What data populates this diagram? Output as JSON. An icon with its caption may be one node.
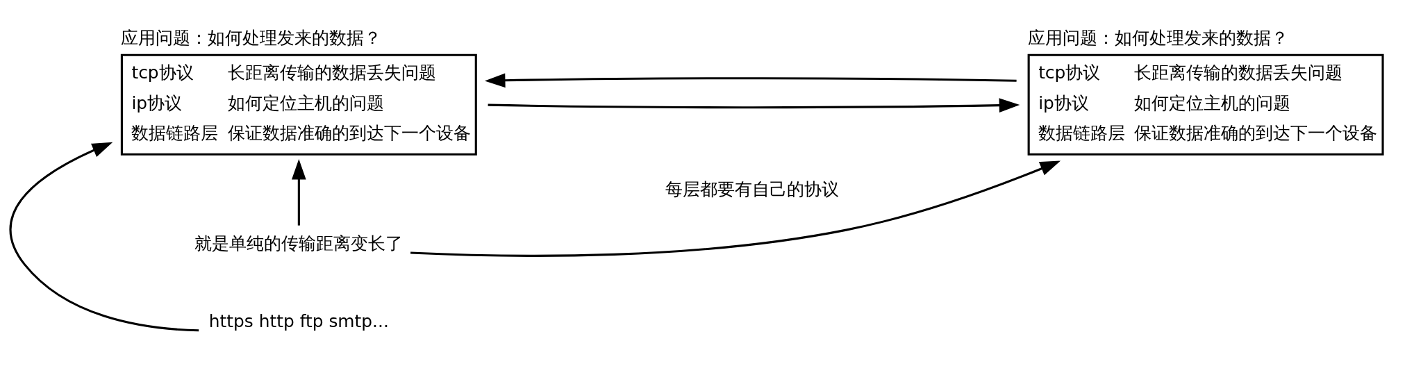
{
  "diagram": {
    "nodes": [
      {
        "text": [
          "应用问题：如何处理发来的数据？",
          "tcp协议",
          "长距离传输的数据丢失问题",
          "ip协议",
          "如何定位主机的问题",
          "数据链路层",
          "保证数据准确的到达下一个设备"
        ]
      },
      {
        "text": [
          "应用问题：如何处理发来的数据？",
          "tcp协议",
          "长距离传输的数据丢失问题",
          "ip协议",
          "如何定位主机的问题",
          "数据链路层",
          "保证数据准确的到达下一个设备"
        ]
      },
      {
        "text": [
          "https http ftp smtp..."
        ]
      },
      {
        "text": [
          "就是单纯的传输距离变长了"
        ]
      }
    ],
    "edges": [
      {
        "from": 1,
        "to": 0,
        "arrow": "to"
      },
      {
        "from": 0,
        "to": 1,
        "arrow": "to"
      },
      {
        "from": 2,
        "to": 0,
        "arrow": "to"
      },
      {
        "from": 3,
        "to": 0,
        "arrow": "to"
      },
      {
        "from": 3,
        "to": 1,
        "arrow": "to"
      }
    ],
    "labels": [
      "每层都要有自己的协议"
    ]
  }
}
